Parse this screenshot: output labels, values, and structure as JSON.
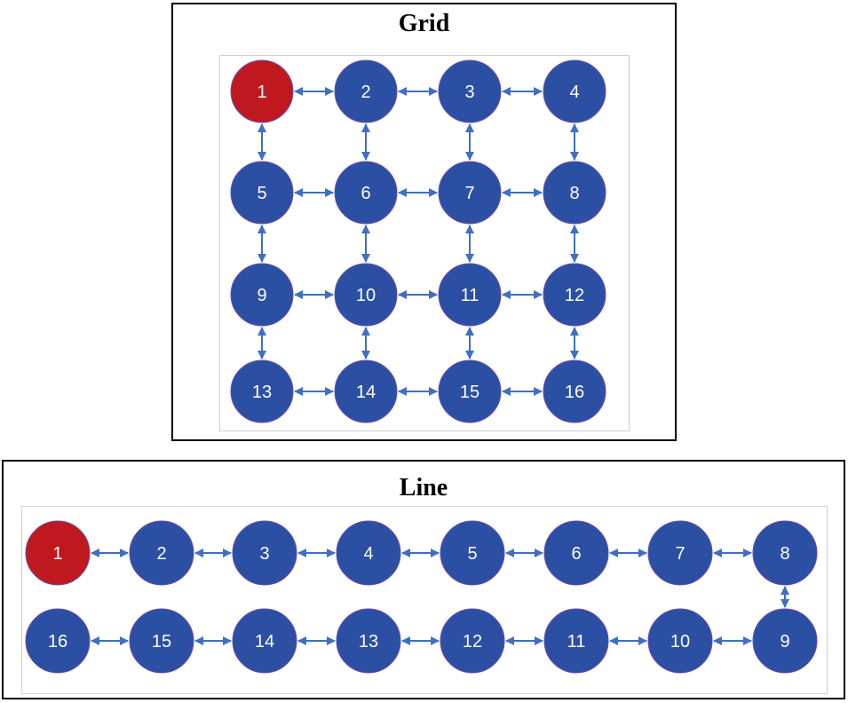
{
  "grid": {
    "title": "Grid",
    "colors": {
      "node": "#2b4fa3",
      "start": "#c0181f",
      "edge": "#3f6fc0"
    },
    "rows": [
      [
        "1",
        "2",
        "3",
        "4"
      ],
      [
        "5",
        "6",
        "7",
        "8"
      ],
      [
        "9",
        "10",
        "11",
        "12"
      ],
      [
        "13",
        "14",
        "15",
        "16"
      ]
    ],
    "start_node": "1"
  },
  "line": {
    "title": "Line",
    "colors": {
      "node": "#2b4fa3",
      "start": "#c0181f",
      "edge": "#3f6fc0"
    },
    "rows": [
      [
        "1",
        "2",
        "3",
        "4",
        "5",
        "6",
        "7",
        "8"
      ],
      [
        "16",
        "15",
        "14",
        "13",
        "12",
        "11",
        "10",
        "9"
      ]
    ],
    "start_node": "1"
  }
}
